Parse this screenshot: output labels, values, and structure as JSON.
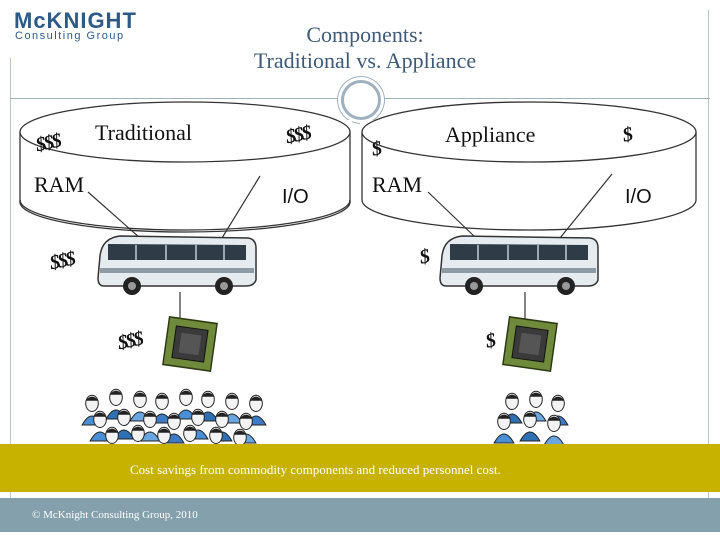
{
  "header": {
    "logo_main": "McKNIGHT",
    "logo_sub": "Consulting Group",
    "title_line1": "Components:",
    "title_line2": "Traditional vs. Appliance"
  },
  "traditional": {
    "heading": "Traditional",
    "ram_label": "RAM",
    "io_label": "I/O",
    "cost_ram": "$$$",
    "cost_io": "$$$",
    "cost_bus": "$$$",
    "cost_chip": "$$$"
  },
  "appliance": {
    "heading": "Appliance",
    "ram_label": "RAM",
    "io_label": "I/O",
    "cost_ram": "$",
    "cost_io": "$",
    "cost_bus": "$",
    "cost_chip": "$"
  },
  "caption": "Cost savings from commodity components and reduced personnel cost.",
  "footer": "© McKnight Consulting Group, 2010",
  "colors": {
    "title": "#3d5a78",
    "band": "#c7b200",
    "footer": "#83a0ac",
    "bus": "#cfd6dc",
    "chip": "#6f8a3a"
  }
}
